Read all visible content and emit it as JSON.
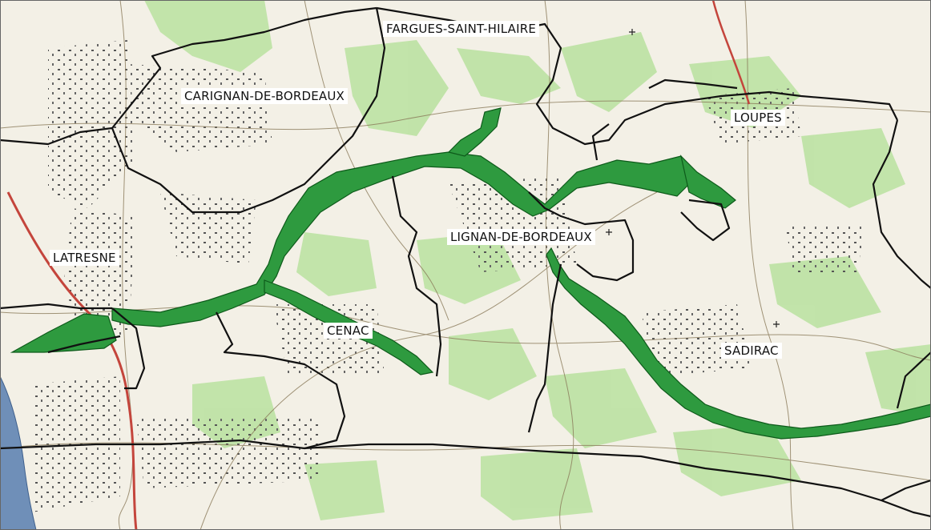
{
  "map": {
    "communes": {
      "fargues": "FARGUES-SAINT-HILAIRE",
      "carignan": "CARIGNAN-DE-BORDEAUX",
      "loupes": "LOUPES",
      "latresne": "LATRESNE",
      "lignan": "LIGNAN-DE-BORDEAUX",
      "cenac": "CENAC",
      "sadirac": "SADIRAC"
    },
    "colors": {
      "zone_fill": "#2e9a3f",
      "zone_stroke": "#0d5a1a",
      "commune_boundary": "#111111",
      "river": "#6f8fb8",
      "road": "#c4453c",
      "forest": "#b8e0a0",
      "background": "#f3f0e6"
    },
    "layers": [
      "topographic-basemap",
      "commune-boundaries",
      "protected-zone",
      "river",
      "main-road"
    ]
  }
}
